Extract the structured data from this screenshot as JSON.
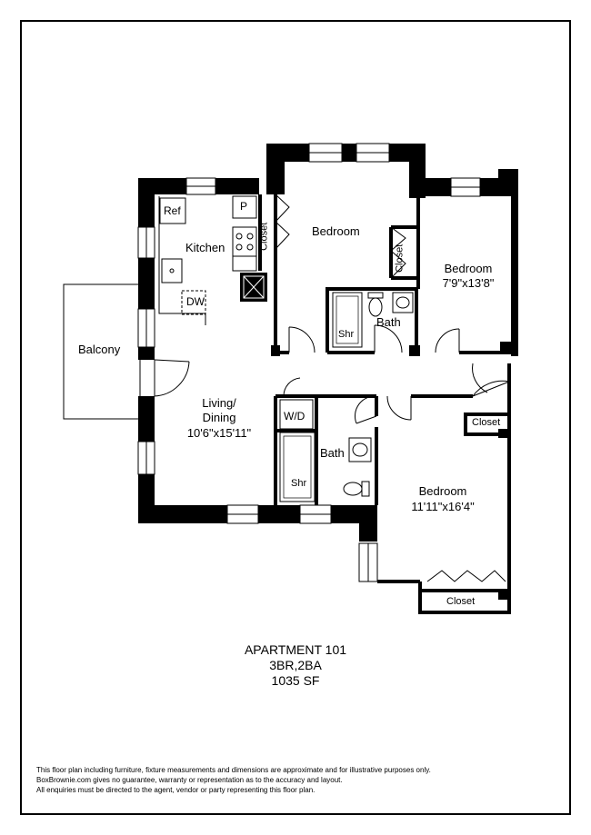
{
  "rooms": {
    "kitchen": "Kitchen",
    "ref": "Ref",
    "pantry": "P",
    "dw": "DW",
    "closet_kitchen": "Closet",
    "bedroom1": "Bedroom",
    "closet_bed2": "Closet",
    "bedroom2": "Bedroom",
    "bedroom2_dim": "7'9\"x13'8\"",
    "bath1": "Bath",
    "shr1": "Shr",
    "balcony": "Balcony",
    "living": "Living/",
    "dining": "Dining",
    "living_dim": "10'6\"x15'11\"",
    "wd": "W/D",
    "bath2": "Bath",
    "shr2": "Shr",
    "closet_hall": "Closet",
    "bedroom3": "Bedroom",
    "bedroom3_dim": "11'11\"x16'4\"",
    "closet_bed3": "Closet"
  },
  "title": {
    "line1": "APARTMENT 101",
    "line2": "3BR,2BA",
    "line3": "1035 SF"
  },
  "disclaimer": {
    "line1": "This floor plan including furniture, fixture measurements and dimensions are approximate and for illustrative purposes only.",
    "line2": "BoxBrownie.com gives no guarantee, warranty or representation as to the accuracy and layout.",
    "line3": "All enquiries must be directed to the agent, vendor or party representing this floor plan."
  }
}
